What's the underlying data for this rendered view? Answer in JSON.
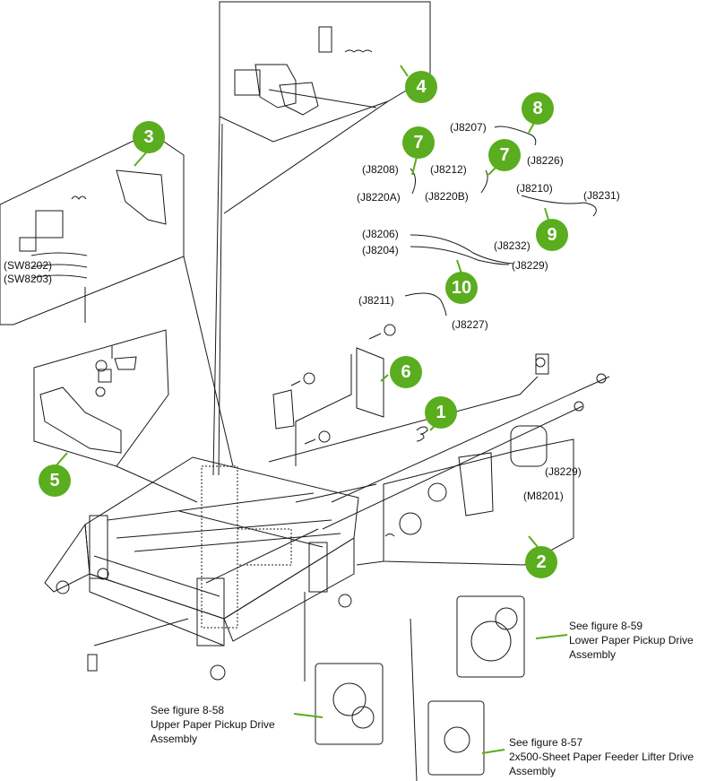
{
  "callouts": [
    "1",
    "2",
    "3",
    "4",
    "5",
    "6",
    "7",
    "7",
    "8",
    "9",
    "10"
  ],
  "connectors": {
    "J8207": "(J8207)",
    "J8226": "(J8226)",
    "J8208": "(J8208)",
    "J8220A": "(J8220A)",
    "J8212": "(J8212)",
    "J8220B": "(J8220B)",
    "J8210": "(J8210)",
    "J8231": "(J8231)",
    "J8206": "(J8206)",
    "J8204": "(J8204)",
    "J8232": "(J8232)",
    "J8229": "(J8229)",
    "J8211": "(J8211)",
    "J8227": "(J8227)",
    "J8229b": "(J8229)",
    "M8201": "(M8201)",
    "SW8202": "(SW8202)",
    "SW8203": "(SW8203)"
  },
  "notes": {
    "lower": [
      "See figure 8-59",
      "Lower Paper Pickup Drive",
      "Assembly"
    ],
    "upper": [
      "See figure 8-58",
      "Upper Paper Pickup Drive",
      "Assembly"
    ],
    "lifter": [
      "See figure 8-57",
      "2x500-Sheet Paper Feeder Lifter Drive",
      "Assembly"
    ]
  },
  "colors": {
    "callout": "#5aad1e",
    "line": "#1a1a1a",
    "leader": "#5aad1e"
  }
}
